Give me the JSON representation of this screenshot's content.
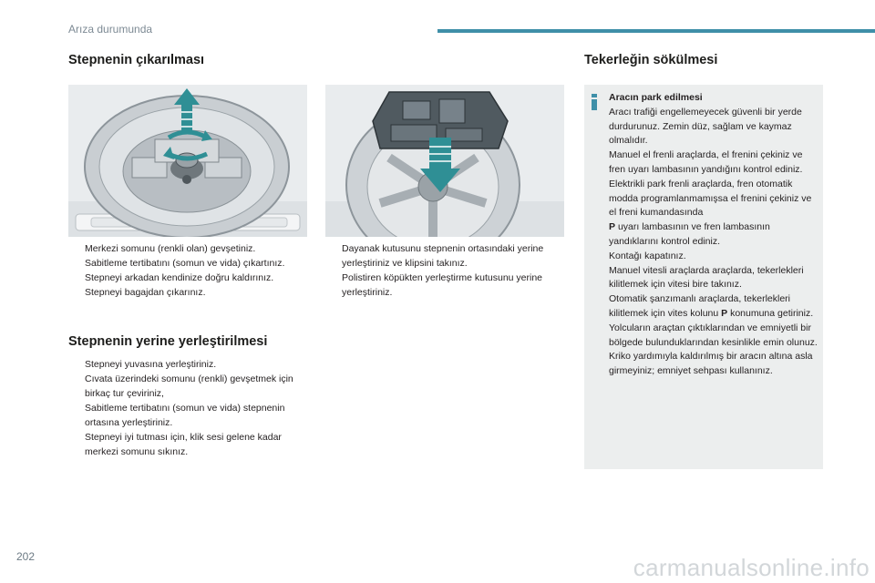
{
  "header": {
    "section_title": "Arıza durumunda"
  },
  "left_column": {
    "removal_title": "Stepnenin çıkarılması",
    "removal_steps_col1": [
      "Merkezi somunu (renkli olan) gevşetiniz.",
      "Sabitleme tertibatını (somun ve vida) çıkartınız.",
      "Stepneyi arkadan kendinize doğru kaldırınız.",
      "Stepneyi bagajdan çıkarınız."
    ],
    "removal_steps_col2": [
      "Dayanak kutusunu stepnenin ortasındaki yerine yerleştiriniz ve klipsini takınız.",
      "Polistiren köpükten yerleştirme kutusunu yerine yerleştiriniz."
    ],
    "refit_title": "Stepnenin yerine yerleştirilmesi",
    "refit_steps": [
      "Stepneyi yuvasına yerleştiriniz.",
      "Cıvata üzerindeki somunu (renkli) gevşetmek için birkaç tur çeviriniz,",
      "Sabitleme tertibatını (somun ve vida) stepnenin ortasına yerleştiriniz.",
      "Stepneyi iyi tutması için, klik sesi gelene kadar merkezi somunu sıkınız."
    ],
    "bullet_glyph": ""
  },
  "right_column": {
    "title": "Tekerleğin sökülmesi",
    "info_heading": "Aracın park edilmesi",
    "info_lines": [
      "Aracı trafiği engellemeyecek güvenli bir yerde durdurunuz. Zemin düz, sağlam ve kaymaz olmalıdır.",
      "Manuel el frenli araçlarda, el frenini çekiniz ve fren uyarı lambasının yandığını kontrol ediniz.",
      "Elektrikli park frenli araçlarda, fren otomatik modda programlanmamışsa el frenini çekiniz ve el freni kumandasında",
      "P",
      "uyarı lambasının ve fren lambasının yandıklarını kontrol ediniz.",
      "Kontağı kapatınız.",
      "Manuel vitesli araçlarda araçlarda, tekerlekleri kilitlemek için vitesi bire takınız.",
      "Otomatik şanzımanlı araçlarda, tekerlekleri kilitlemek için vites kolunu",
      "P",
      "konumuna getiriniz.",
      "Yolcuların araçtan çıktıklarından ve emniyetli bir bölgede bulunduklarından kesinlikle emin olunuz.",
      "Kriko yardımıyla kaldırılmış bir aracın altına asla girmeyiniz; emniyet sehpası kullanınız."
    ]
  },
  "footer": {
    "page_number": "202",
    "watermark": "carmanualsonline.info"
  },
  "colors": {
    "accent": "#3f8fa8",
    "teal_arrow": "#2f8f95",
    "info_bg": "#eceeee"
  }
}
